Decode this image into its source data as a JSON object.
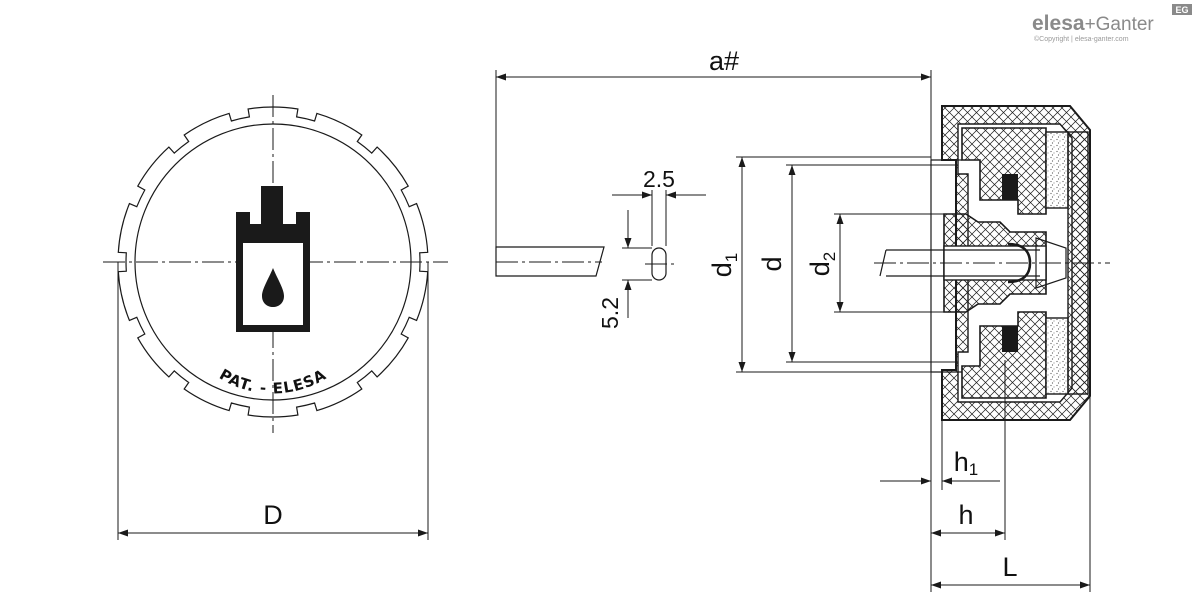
{
  "brand": {
    "name_part1": "elesa",
    "name_part2": "+Ganter",
    "copyright": "©Copyright | elesa-ganter.com",
    "badge": "EG",
    "color": "#8a8a8a"
  },
  "knob_face": {
    "marking": "PAT. - ELESA",
    "icon": "oil-reservoir-icon"
  },
  "dimensions": {
    "D": "D",
    "a": "a#",
    "slot_width": "2.5",
    "slot_length": "5.2",
    "d1": "d",
    "d1_sub": "1",
    "d": "d",
    "d2": "d",
    "d2_sub": "2",
    "h1": "h",
    "h1_sub": "1",
    "h": "h",
    "L": "L"
  }
}
